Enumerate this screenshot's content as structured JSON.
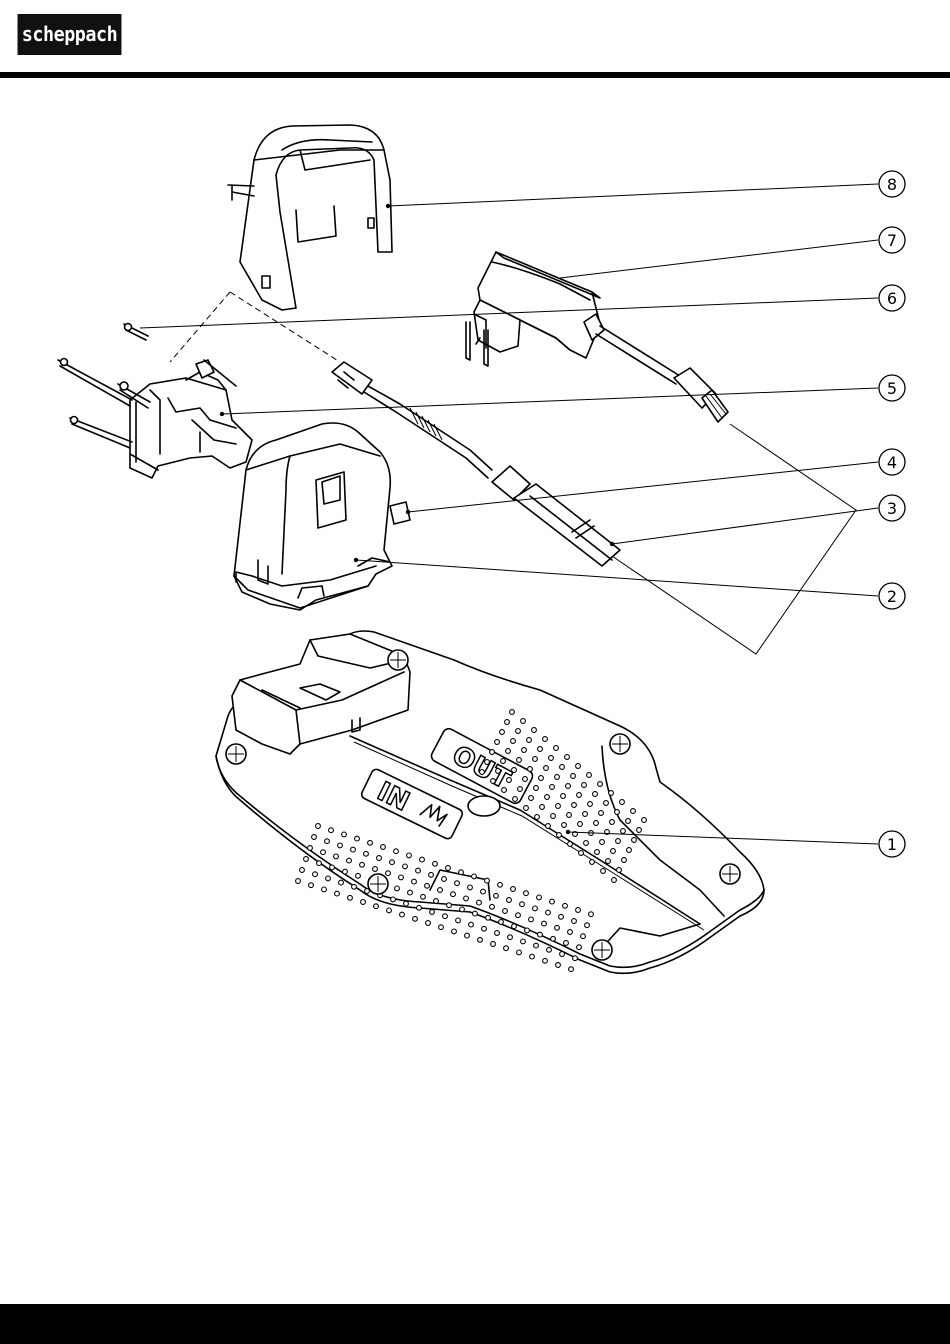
{
  "brand": {
    "logo_text": "scheppach"
  },
  "plate_labels": {
    "out": "OUT",
    "in": "IN"
  },
  "callouts": [
    {
      "label": "8"
    },
    {
      "label": "7"
    },
    {
      "label": "6"
    },
    {
      "label": "5"
    },
    {
      "label": "4"
    },
    {
      "label": "3"
    },
    {
      "label": "2"
    },
    {
      "label": "1"
    }
  ],
  "colors": {
    "ink": "#000000",
    "paper": "#ffffff"
  }
}
